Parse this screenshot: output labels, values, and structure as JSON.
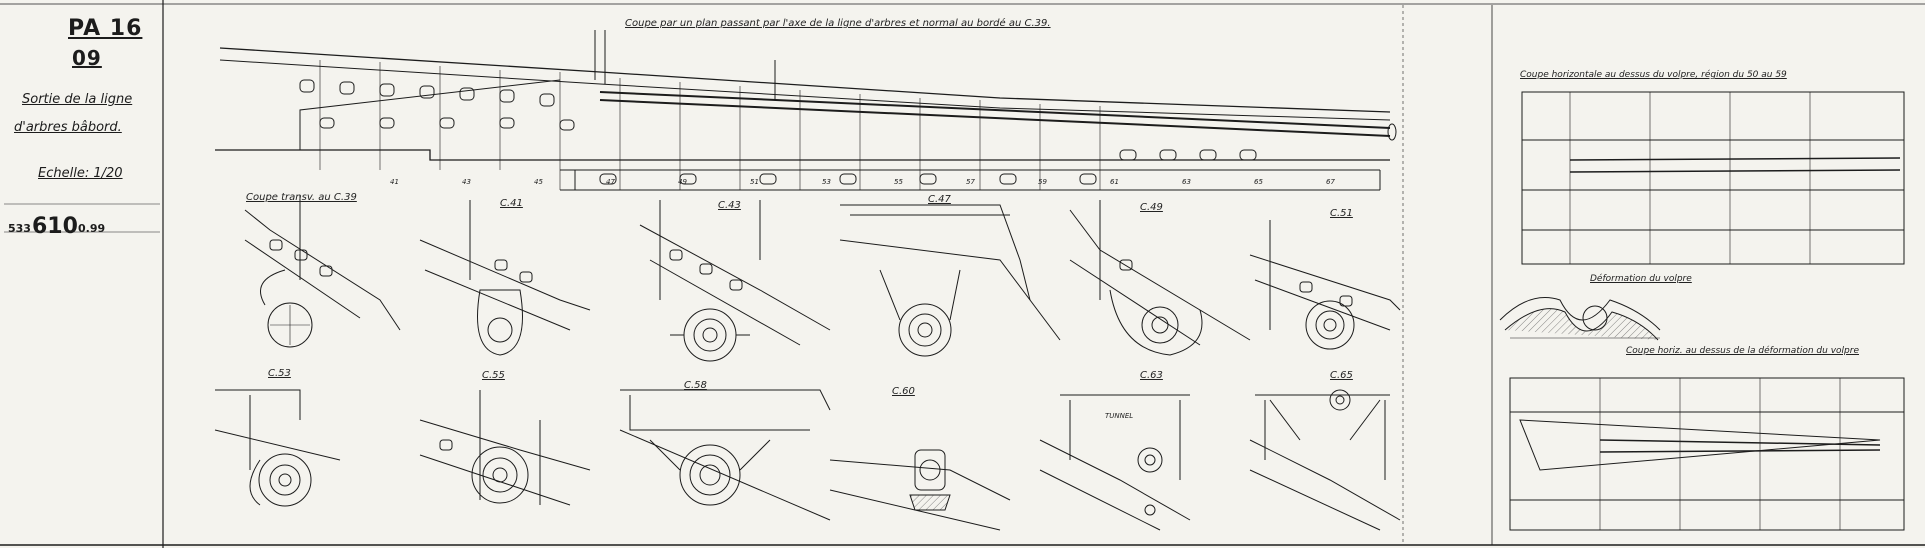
{
  "title_block": {
    "plan_code": "PA 16",
    "sheet_no": "09",
    "subject_line1": "Sortie de la ligne",
    "subject_line2": "d'arbres bâbord.",
    "scale": "Echelle: 1/20",
    "ref_prefix": "533",
    "ref_main": "610",
    "ref_suffix": "0.99"
  },
  "captions": {
    "main_section": "Coupe par un plan passant par l'axe de la ligne d'arbres et normal au bordé au C.39.",
    "section_c39": "Coupe transv. au C.39",
    "section_c41": "C.41",
    "section_c43": "C.43",
    "section_c47": "C.47",
    "section_c49": "C.49",
    "section_c51": "C.51",
    "section_c53": "C.53",
    "section_c55": "C.55",
    "section_c58": "C.58",
    "section_c60": "C.60",
    "section_c63": "C.63",
    "section_c65": "C.65",
    "horizontal_section": "Coupe horizontale au dessus du volpre, région du 50 au 59",
    "deformation": "Déformation du volpre",
    "horizontal_deformation": "Coupe horiz. au dessus de la déformation du volpre",
    "tunnel": "TUNNEL",
    "frame_numbers": [
      "41",
      "43",
      "45",
      "47",
      "49",
      "51",
      "53",
      "55",
      "57",
      "59",
      "61",
      "63",
      "65",
      "67"
    ]
  },
  "colors": {
    "paper": "#f4f3ee",
    "ink": "#1c1c1c",
    "faint_ink": "#7a7a7a"
  }
}
